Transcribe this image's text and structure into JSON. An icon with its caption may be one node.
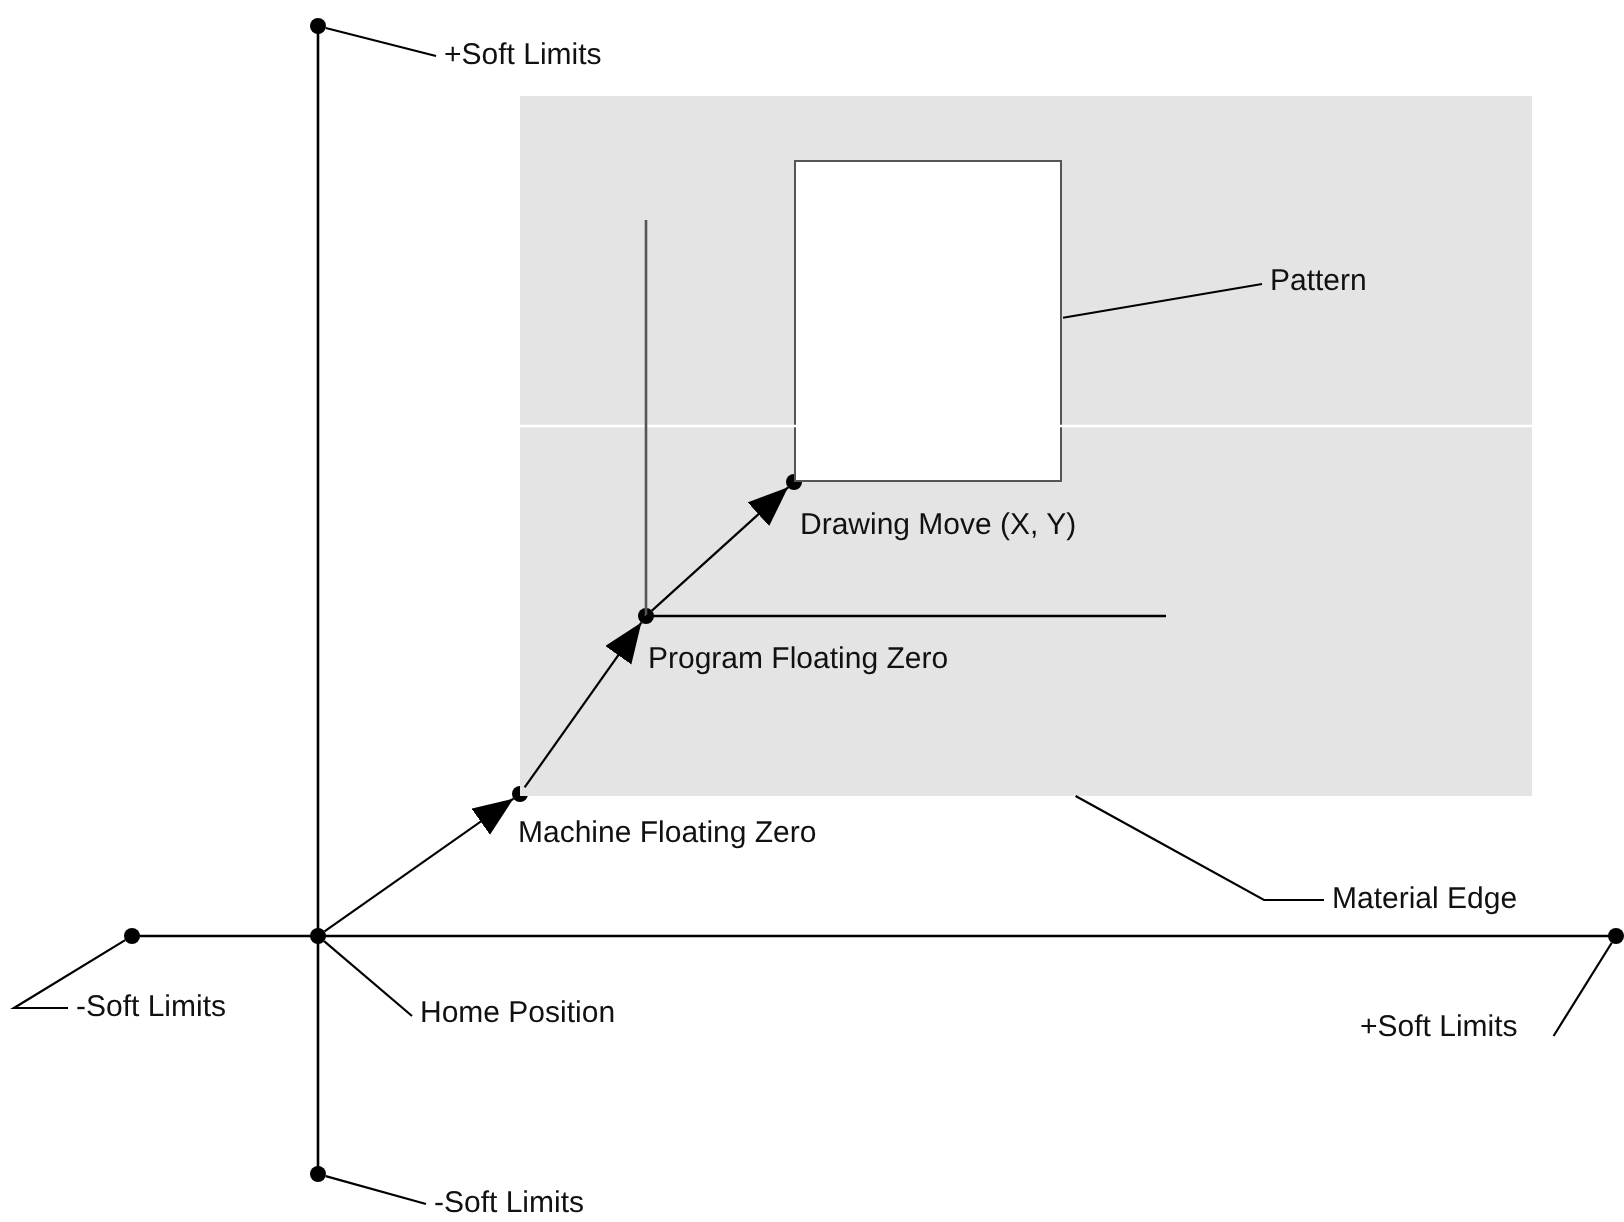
{
  "diagram": {
    "nodes": [
      {
        "text": [
          "+Soft Limits"
        ]
      },
      {
        "text": [],
        "shape": "circle"
      },
      {
        "text": [],
        "shape": "box"
      },
      {
        "text": [],
        "shape": "box",
        "in": 2
      },
      {
        "text": [
          "Pattern"
        ],
        "in": 2
      },
      {
        "text": [],
        "shape": "circle",
        "in": 2,
        "beside": [
          "Drawing Move (X, Y)"
        ]
      },
      {
        "text": [],
        "shape": "circle",
        "in": 2,
        "beside": [
          "Program Floating Zero"
        ]
      },
      {
        "text": [],
        "shape": "circle",
        "beside": [
          "Machine Floating Zero"
        ]
      },
      {
        "text": [
          "Material Edge"
        ]
      },
      {
        "text": [],
        "shape": "circle"
      },
      {
        "text": [],
        "shape": "circle"
      },
      {
        "text": [],
        "shape": "circle"
      },
      {
        "text": [
          "-Soft Limits"
        ]
      },
      {
        "text": [
          "Home Position"
        ]
      },
      {
        "text": [
          "+Soft Limits"
        ]
      },
      {
        "text": [],
        "shape": "circle"
      },
      {
        "text": [
          "-Soft Limits"
        ]
      }
    ],
    "edges": [
      {
        "from": 0,
        "to": 1,
        "arrow": "none"
      },
      {
        "from": 4,
        "to": 3,
        "arrow": "none"
      },
      {
        "from": 8,
        "to": 2,
        "arrow": "none"
      },
      {
        "from": 10,
        "to": 7,
        "arrow": "to"
      },
      {
        "from": 7,
        "to": 6,
        "arrow": "to"
      },
      {
        "from": 6,
        "to": 5,
        "arrow": "to"
      },
      {
        "from": 12,
        "to": 9,
        "arrow": "none"
      },
      {
        "from": 13,
        "to": 10,
        "arrow": "none"
      },
      {
        "from": 14,
        "to": 11,
        "arrow": "none"
      },
      {
        "from": 16,
        "to": 15,
        "arrow": "none"
      }
    ]
  }
}
